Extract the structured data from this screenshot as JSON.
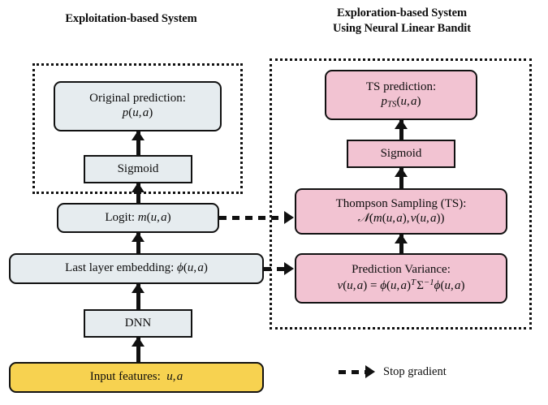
{
  "figure": {
    "type": "flowchart",
    "background": "#ffffff",
    "palette": {
      "exploitation_node_fill": "#e6ecef",
      "exploration_node_fill": "#f2c3d2",
      "input_node_fill": "#f7d250",
      "stroke": "#111111",
      "text": "#0d0d0d"
    }
  },
  "panels": {
    "left": {
      "title": "Exploitation-based System",
      "frame": "dotted"
    },
    "right": {
      "title_line1": "Exploration-based System",
      "title_line2": "Using Neural Linear Bandit",
      "frame": "dotted"
    }
  },
  "nodes": {
    "original_prediction": {
      "line1": "Original prediction:",
      "line2_math": "p(u, a)",
      "fill": "#e6ecef",
      "shape": "rounded"
    },
    "sigmoid_left": {
      "line1": "Sigmoid",
      "fill": "#e6ecef",
      "shape": "rect"
    },
    "logit": {
      "line1": "Logit:",
      "line1_math": "m(u, a)",
      "fill": "#e6ecef",
      "shape": "rounded"
    },
    "last_layer_embedding": {
      "line1": "Last layer embedding:",
      "line1_math": "ϕ(u, a)",
      "fill": "#e6ecef",
      "shape": "rounded"
    },
    "dnn": {
      "line1": "DNN",
      "fill": "#e6ecef",
      "shape": "rect"
    },
    "input_features": {
      "line1": "Input features:",
      "line1_math": "u, a",
      "fill": "#f7d250",
      "shape": "rounded"
    },
    "ts_prediction": {
      "line1": "TS prediction:",
      "line2_math": "p_TS(u, a)",
      "fill": "#f2c3d2",
      "shape": "rounded"
    },
    "sigmoid_right": {
      "line1": "Sigmoid",
      "fill": "#f2c3d2",
      "shape": "rect"
    },
    "thompson_sampling": {
      "line1": "Thompson Sampling (TS):",
      "line2_math": "ᵊ(m(u, a), v(u, a))",
      "fill": "#f2c3d2",
      "shape": "rounded"
    },
    "prediction_variance": {
      "line1": "Prediction Variance:",
      "line2_math": "v(u, a) = ϕ(u, a)^T Σ^-1 ϕ(u, a)",
      "fill": "#f2c3d2",
      "shape": "rounded"
    }
  },
  "legend": {
    "stop_gradient_label": "Stop gradient",
    "arrow_style": "dashed"
  },
  "edges": [
    {
      "from": "input_features",
      "to": "dnn",
      "style": "solid"
    },
    {
      "from": "dnn",
      "to": "last_layer_embedding",
      "style": "solid"
    },
    {
      "from": "last_layer_embedding",
      "to": "logit",
      "style": "solid"
    },
    {
      "from": "logit",
      "to": "sigmoid_left",
      "style": "solid"
    },
    {
      "from": "sigmoid_left",
      "to": "original_prediction",
      "style": "solid"
    },
    {
      "from": "logit",
      "to": "thompson_sampling",
      "style": "dashed"
    },
    {
      "from": "last_layer_embedding",
      "to": "prediction_variance",
      "style": "dashed"
    },
    {
      "from": "prediction_variance",
      "to": "thompson_sampling",
      "style": "solid"
    },
    {
      "from": "thompson_sampling",
      "to": "sigmoid_right",
      "style": "solid"
    },
    {
      "from": "sigmoid_right",
      "to": "ts_prediction",
      "style": "solid"
    }
  ]
}
